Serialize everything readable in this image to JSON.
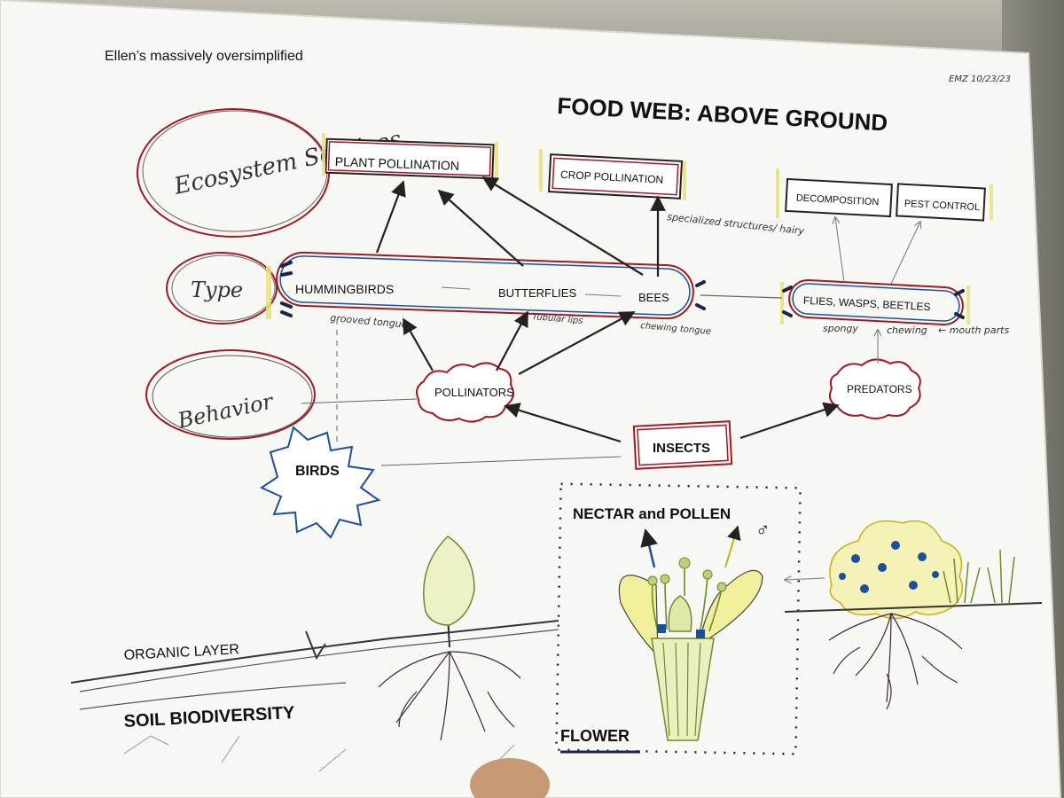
{
  "subtitle": "Ellen’s massively oversimplified",
  "initials_date": "EMZ 10/23/23",
  "title": "FOOD WEB:  ABOVE GROUND",
  "categories": {
    "ecosystem_services": "Ecosystem Services",
    "type": "Type",
    "behavior": "Behavior"
  },
  "services": {
    "plant_pollination": "PLANT POLLINATION",
    "crop_pollination": "CROP POLLINATION",
    "decomposition": "DECOMPOSITION",
    "pest_control": "PEST CONTROL"
  },
  "types": {
    "hummingbirds": "HUMMINGBIRDS",
    "butterflies": "BUTTERFLIES",
    "bees": "BEES",
    "flies_wasps_beetles": "FLIES, WASPS, BEETLES"
  },
  "notes": {
    "specialized": "specialized structures/ hairy",
    "grooved_tongue": "grooved tongue",
    "tubular_lips": "Tubular lips",
    "chewing_tongue": "chewing tongue",
    "spongy": "spongy",
    "chewing": "chewing",
    "mouth_parts": "← mouth parts"
  },
  "behaviors": {
    "pollinators": "POLLINATORS",
    "predators": "PREDATORS"
  },
  "groups": {
    "insects": "INSECTS",
    "birds": "BIRDS"
  },
  "lower": {
    "nectar_pollen": "NECTAR and POLLEN",
    "male_symbol": "♂",
    "organic_layer": "ORGANIC LAYER",
    "soil_biodiversity": "SOIL BIODIVERSITY",
    "flower": "FLOWER"
  },
  "colors": {
    "red_ink": "#a01a22",
    "blue_ink": "#1c4f9c",
    "yellow_highlight": "#e8e37a",
    "navy_ink": "#1b2547",
    "green_ink": "#6c8a2c"
  }
}
